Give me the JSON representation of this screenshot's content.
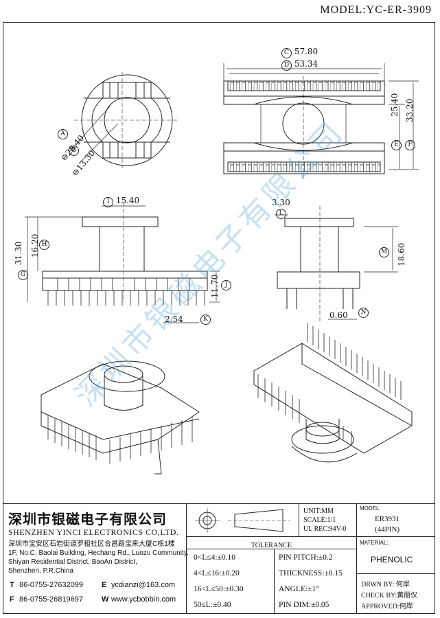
{
  "model_title": "MODEL:YC-ER-3909",
  "dims": {
    "c": "57.80",
    "d": "53.34",
    "e": "25.40",
    "f": "33.20",
    "a": "28.40",
    "b": "13.30",
    "i": "15.40",
    "h": "16.20",
    "g": "31.30",
    "j": "11.70",
    "k": "2.54",
    "l": "3.30",
    "m": "18.60",
    "n": "0.60"
  },
  "dim_letters": [
    "A",
    "B",
    "C",
    "D",
    "E",
    "F",
    "G",
    "H",
    "I",
    "J",
    "K",
    "L",
    "M",
    "N"
  ],
  "watermark": "深圳市银磁电子有限公司",
  "company": {
    "cn_name": "深圳市银磁电子有限公司",
    "en_name": "SHENZHEN YINCI ELECTRONICS CO,LTD.",
    "addr_cn": "深圳市宝安区石岩街道罗租社区合昌路宝来大厦C栋1楼",
    "addr_en_1": "1F, No.C, Baolai Building, Hechang Rd., Luozu Community,",
    "addr_en_2": "Shiyan Residential District, BaoAn District,",
    "addr_en_3": "Shenzhen, P.R.China",
    "tel_label": "T",
    "tel": "86-0755-27632099",
    "fax_label": "F",
    "fax": "86-0755-26819697",
    "email_label": "E",
    "email": "ycdianzi@163.com",
    "web_label": "W",
    "web": "www.ycbobbin.com"
  },
  "info": {
    "unit": "UNIT:MM",
    "scale": "SCALE:1/1",
    "ul": "UL REC:94V-0",
    "model_label": "MODEL:",
    "model_value": "ER3931",
    "pins": "(44PIN)",
    "tolerance_title": "TOLERANCE",
    "tol_1": "0<L≤4:±0.10",
    "tol_2": "4<L≤16:±0.20",
    "tol_3": "16<L≤50:±0.30",
    "tol_4": "50≤L:±0.40",
    "pin_pitch": "PIN PITCH:±0.2",
    "thickness": "THICKNESS:±0.15",
    "angle": "ANGLE:±1°",
    "pin_dim": "PIN DIM:±0.05",
    "material_label": "MATERIAL:",
    "material": "PHENOLIC",
    "drawn": "DRWN BY: 何岸",
    "check": "CHECK BY:黄丽仪",
    "approved": "APPROVED:何岸"
  }
}
